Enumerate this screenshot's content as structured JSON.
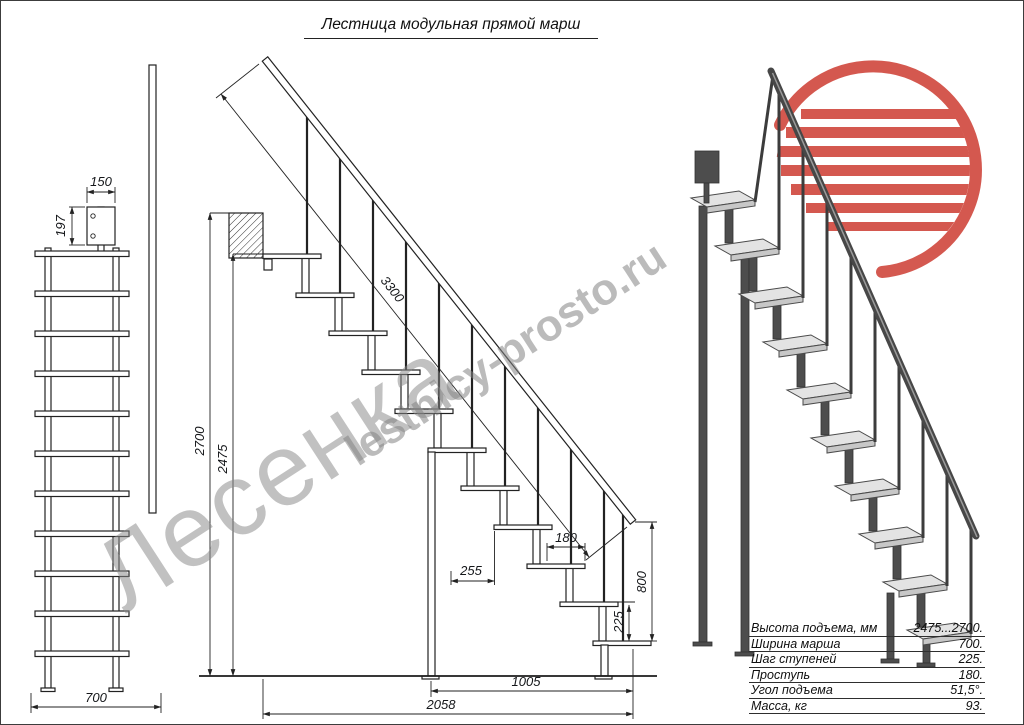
{
  "colors": {
    "logo_red": "#cd3c31",
    "line": "#1f1f1f",
    "watermark_gray": "#8a8a8a"
  },
  "title": "Лестница модульная прямой марш",
  "watermarks": {
    "brand": "Лесенка",
    "site": "lestnicy-prosto.ru"
  },
  "front_view": {
    "dims": {
      "bracket_width": "150",
      "bracket_height": "197",
      "march_width": "700"
    }
  },
  "side_view": {
    "dims": {
      "stringer_length": "3300",
      "total_height": "2700",
      "rise_height": "2475",
      "tread_depth": "180",
      "step_run": "255",
      "rail_height": "800",
      "step_rise": "225",
      "run_front": "1005",
      "run_total": "2058"
    }
  },
  "specs": {
    "rows": [
      {
        "label": "Высота подъема, мм",
        "value": "2475...2700."
      },
      {
        "label": "Ширина марша",
        "value": "700."
      },
      {
        "label": "Шаг ступеней",
        "value": "225."
      },
      {
        "label": "Проступь",
        "value": "180."
      },
      {
        "label": "Угол подъема",
        "value": "51,5°."
      },
      {
        "label": "Масса, кг",
        "value": "93."
      }
    ]
  }
}
